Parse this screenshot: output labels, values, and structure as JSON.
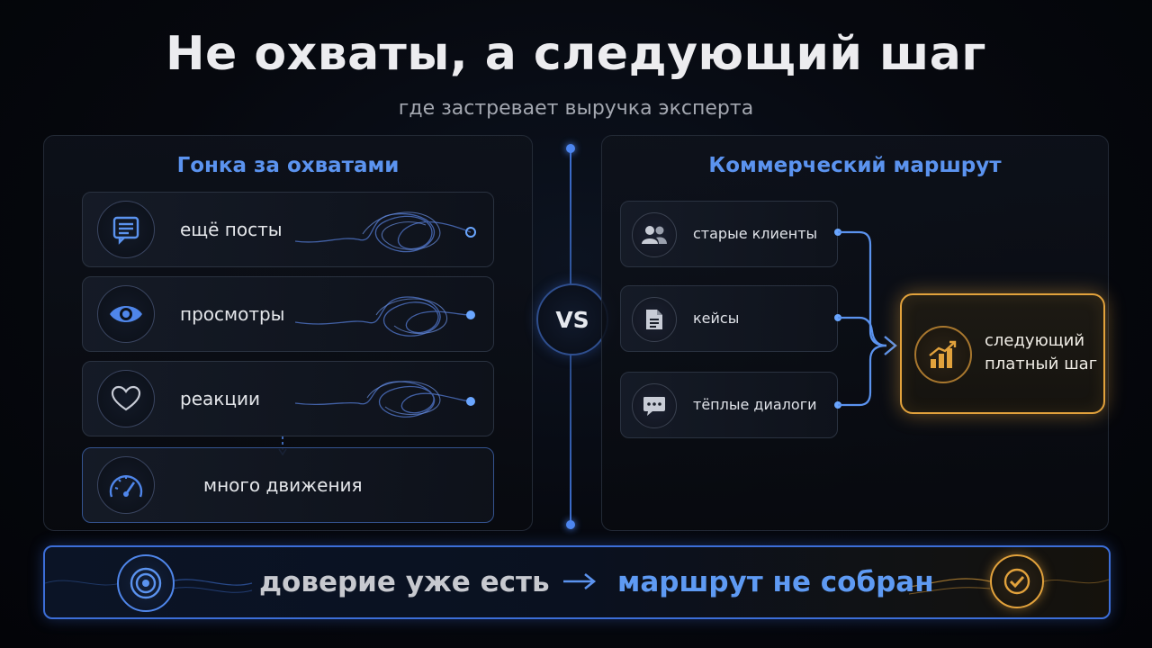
{
  "header": {
    "title": "Не охваты, а следующий шаг",
    "subtitle": "где застревает выручка эксперта"
  },
  "left_panel": {
    "title": "Гонка за охватами",
    "rows": [
      {
        "label": "ещё посты",
        "icon": "document-lines-icon"
      },
      {
        "label": "просмотры",
        "icon": "eye-icon"
      },
      {
        "label": "реакции",
        "icon": "heart-icon"
      },
      {
        "label": "много движения",
        "icon": "speedometer-icon"
      }
    ]
  },
  "divider": {
    "label": "VS"
  },
  "right_panel": {
    "title": "Коммерческий маршрут",
    "sources": [
      {
        "label": "старые клиенты",
        "icon": "users-icon"
      },
      {
        "label": "кейсы",
        "icon": "file-icon"
      },
      {
        "label": "тёплые диалоги",
        "icon": "chat-icon"
      }
    ],
    "target": {
      "line1": "следующий",
      "line2": "платный шаг",
      "icon": "growth-chart-icon"
    }
  },
  "bottom": {
    "left_text": "доверие уже есть",
    "right_text": "маршрут не собран",
    "left_icon": "target-icon",
    "right_icon": "check-icon"
  },
  "colors": {
    "accent_blue": "#5b93ef",
    "accent_gold": "#e2a23c",
    "text": "#e4e6ea",
    "background": "#05070c"
  }
}
